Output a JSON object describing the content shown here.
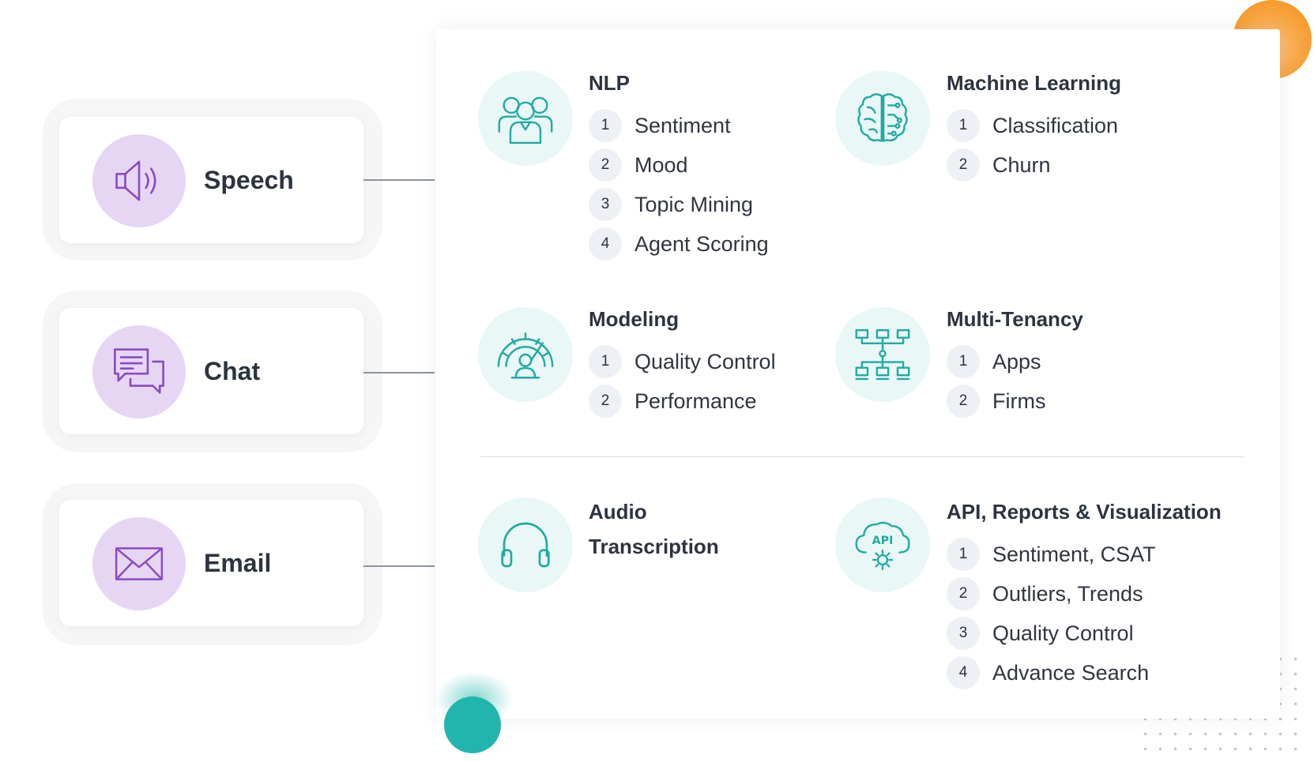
{
  "sources": [
    {
      "label": "Speech",
      "icon": "speaker-icon"
    },
    {
      "label": "Chat",
      "icon": "chat-bubbles-icon"
    },
    {
      "label": "Email",
      "icon": "envelope-icon"
    }
  ],
  "features": {
    "nlp": {
      "title": "NLP",
      "icon": "people-icon",
      "items": [
        {
          "num": "1",
          "text": "Sentiment"
        },
        {
          "num": "2",
          "text": "Mood"
        },
        {
          "num": "3",
          "text": "Topic Mining"
        },
        {
          "num": "4",
          "text": "Agent Scoring"
        }
      ]
    },
    "ml": {
      "title": "Machine Learning",
      "icon": "brain-circuit-icon",
      "items": [
        {
          "num": "1",
          "text": "Classification"
        },
        {
          "num": "2",
          "text": "Churn"
        }
      ]
    },
    "modeling": {
      "title": "Modeling",
      "icon": "gauge-person-icon",
      "items": [
        {
          "num": "1",
          "text": "Quality Control"
        },
        {
          "num": "2",
          "text": "Performance"
        }
      ]
    },
    "tenancy": {
      "title": "Multi-Tenancy",
      "icon": "network-hierarchy-icon",
      "items": [
        {
          "num": "1",
          "text": "Apps"
        },
        {
          "num": "2",
          "text": "Firms"
        }
      ]
    },
    "audio": {
      "title_line1": "Audio",
      "title_line2": "Transcription",
      "icon": "headphones-icon"
    },
    "api": {
      "title": "API, Reports & Visualization",
      "icon": "api-cloud-gear-icon",
      "icon_text": "API",
      "items": [
        {
          "num": "1",
          "text": "Sentiment, CSAT"
        },
        {
          "num": "2",
          "text": "Outliers, Trends"
        },
        {
          "num": "3",
          "text": "Quality Control"
        },
        {
          "num": "4",
          "text": "Advance Search"
        }
      ]
    }
  },
  "colors": {
    "source_icon_bg": "#e6d6f4",
    "source_icon_stroke": "#8a4bc2",
    "feature_icon_bg": "#e9f7f6",
    "feature_icon_stroke": "#20aaa2",
    "accent_orange": "#f59013",
    "accent_teal": "#22b5ad"
  }
}
